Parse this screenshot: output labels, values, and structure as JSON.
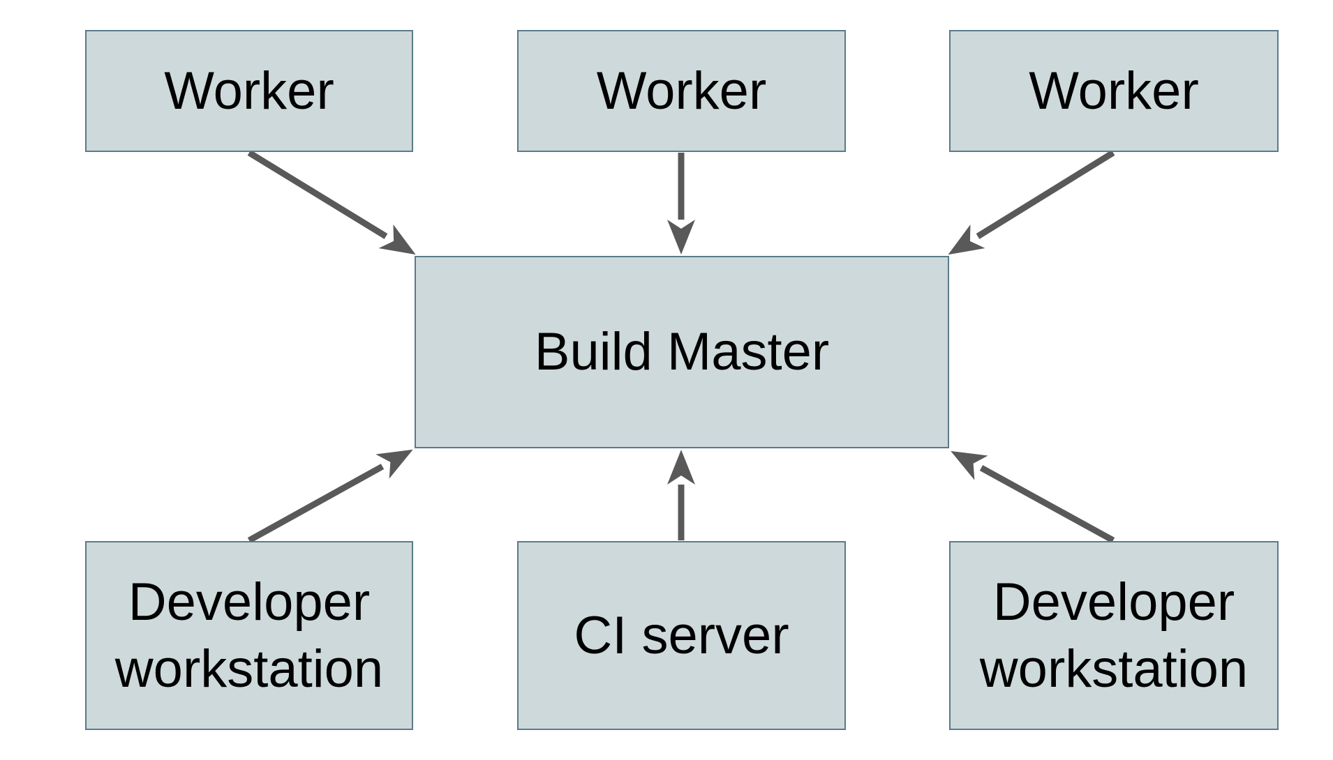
{
  "diagram": {
    "background_color": "#ffffff",
    "node_fill_color": "#ced9db",
    "node_border_color": "#5a7a88",
    "arrow_color": "#595959",
    "text_color": "#000000",
    "nodes": [
      {
        "id": "worker-1",
        "label": "Worker"
      },
      {
        "id": "worker-2",
        "label": "Worker"
      },
      {
        "id": "worker-3",
        "label": "Worker"
      },
      {
        "id": "build-master",
        "label": "Build Master"
      },
      {
        "id": "developer-workstation-left",
        "label": "Developer workstation"
      },
      {
        "id": "ci-server",
        "label": "CI server"
      },
      {
        "id": "developer-workstation-right",
        "label": "Developer workstation"
      }
    ],
    "edges": [
      {
        "from": "worker-1",
        "to": "build-master"
      },
      {
        "from": "worker-2",
        "to": "build-master"
      },
      {
        "from": "worker-3",
        "to": "build-master"
      },
      {
        "from": "developer-workstation-left",
        "to": "build-master"
      },
      {
        "from": "ci-server",
        "to": "build-master"
      },
      {
        "from": "developer-workstation-right",
        "to": "build-master"
      }
    ]
  }
}
